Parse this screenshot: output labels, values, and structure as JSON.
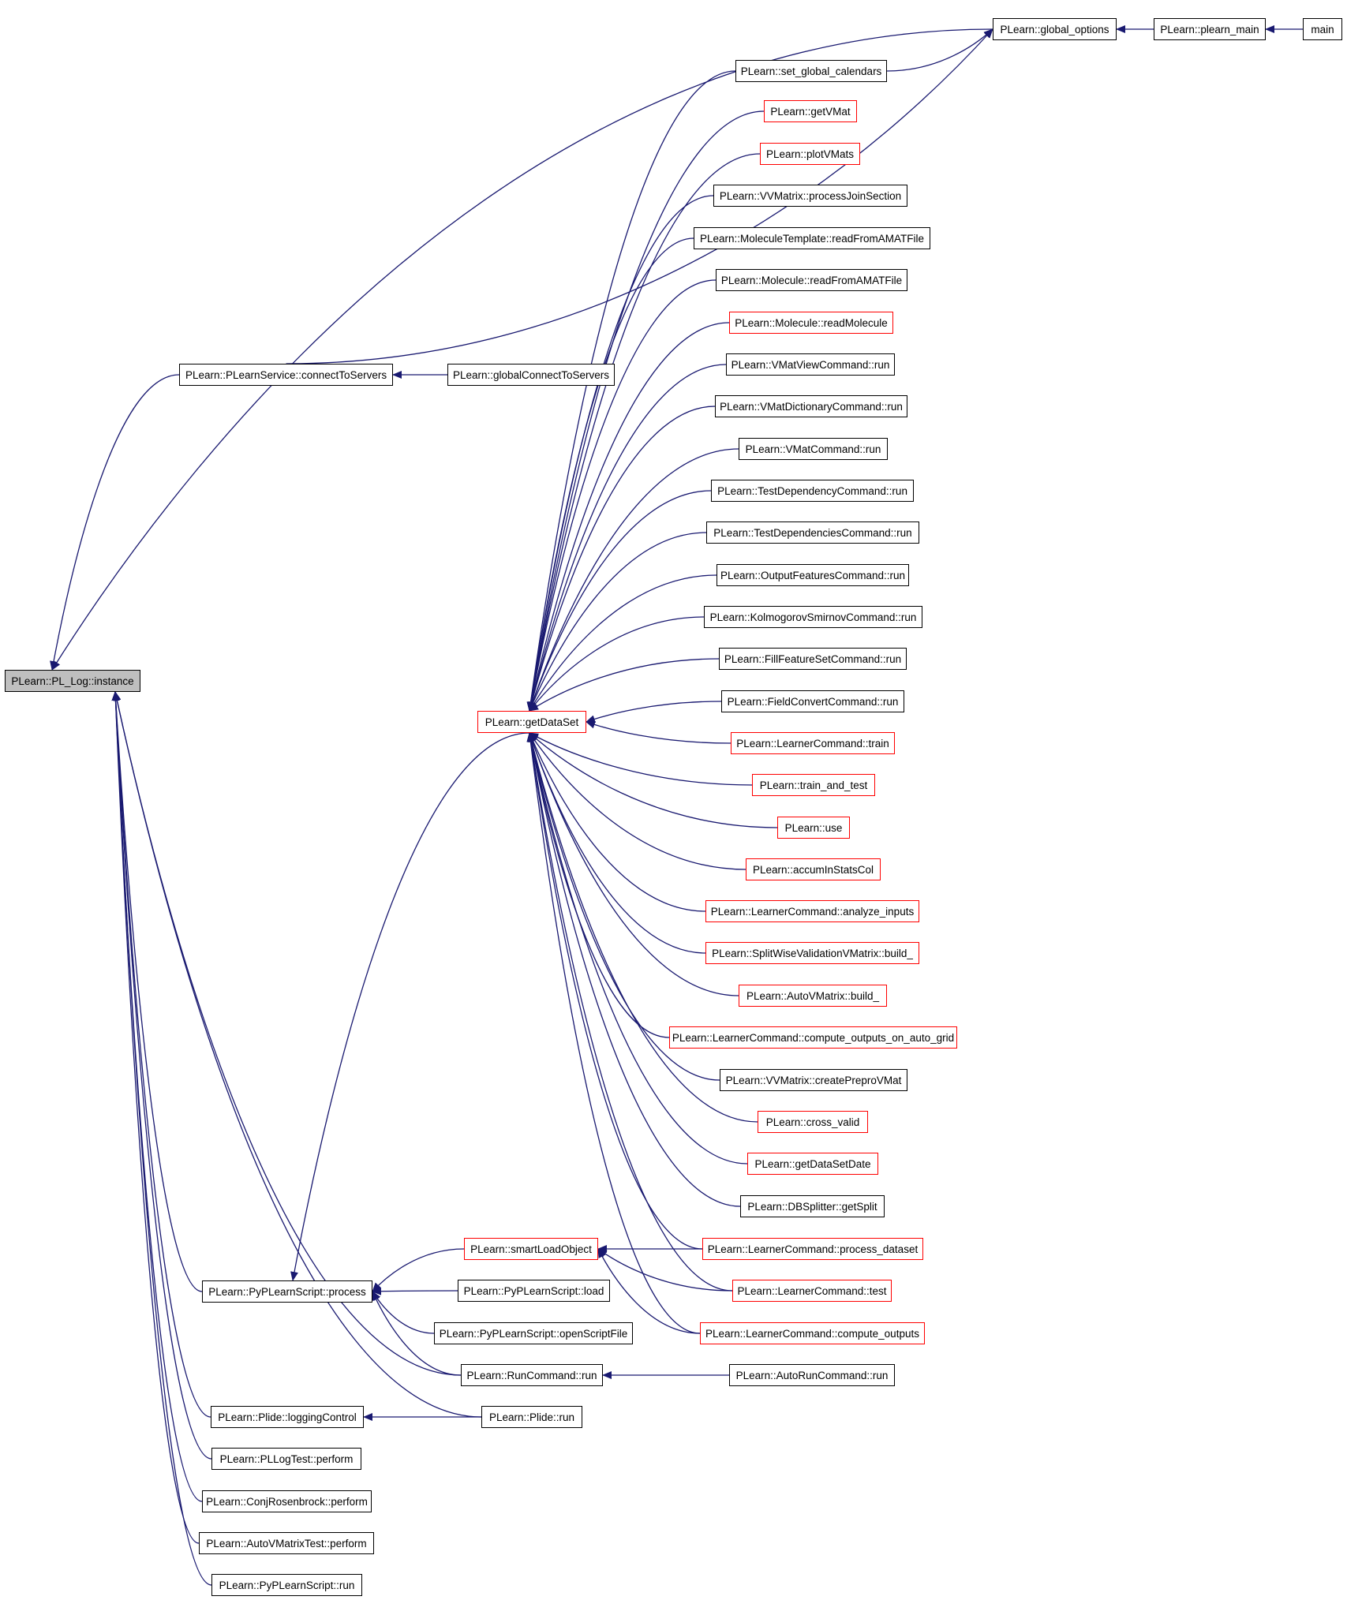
{
  "colors": {
    "edge": "#191970",
    "node_border": "#000000",
    "link_border": "#ff0000",
    "focus_fill": "#bfbfbf"
  },
  "nodes": [
    {
      "id": "instance",
      "label": "PLearn::PL_Log::instance",
      "style": "focus"
    },
    {
      "id": "global_options",
      "label": "PLearn::global_options",
      "style": "black"
    },
    {
      "id": "plearn_main",
      "label": "PLearn::plearn_main",
      "style": "black"
    },
    {
      "id": "main",
      "label": "main",
      "style": "black"
    },
    {
      "id": "set_global_calendars",
      "label": "PLearn::set_global_calendars",
      "style": "black"
    },
    {
      "id": "getVMat",
      "label": "PLearn::getVMat",
      "style": "red"
    },
    {
      "id": "plotVMats",
      "label": "PLearn::plotVMats",
      "style": "red"
    },
    {
      "id": "processJoinSection",
      "label": "PLearn::VVMatrix::processJoinSection",
      "style": "black"
    },
    {
      "id": "mt_readFromAMATFile",
      "label": "PLearn::MoleculeTemplate::readFromAMATFile",
      "style": "black"
    },
    {
      "id": "m_readFromAMATFile",
      "label": "PLearn::Molecule::readFromAMATFile",
      "style": "black"
    },
    {
      "id": "readMolecule",
      "label": "PLearn::Molecule::readMolecule",
      "style": "red"
    },
    {
      "id": "connectToServers",
      "label": "PLearn::PLearnService::connectToServers",
      "style": "black"
    },
    {
      "id": "globalConnectToServers",
      "label": "PLearn::globalConnectToServers",
      "style": "black"
    },
    {
      "id": "VMatViewCommand_run",
      "label": "PLearn::VMatViewCommand::run",
      "style": "black"
    },
    {
      "id": "VMatDictionaryCommand_run",
      "label": "PLearn::VMatDictionaryCommand::run",
      "style": "black"
    },
    {
      "id": "VMatCommand_run",
      "label": "PLearn::VMatCommand::run",
      "style": "black"
    },
    {
      "id": "TestDependencyCommand_run",
      "label": "PLearn::TestDependencyCommand::run",
      "style": "black"
    },
    {
      "id": "TestDependenciesCommand_run",
      "label": "PLearn::TestDependenciesCommand::run",
      "style": "black"
    },
    {
      "id": "OutputFeaturesCommand_run",
      "label": "PLearn::OutputFeaturesCommand::run",
      "style": "black"
    },
    {
      "id": "KolmogorovSmirnovCommand_run",
      "label": "PLearn::KolmogorovSmirnovCommand::run",
      "style": "black"
    },
    {
      "id": "FillFeatureSetCommand_run",
      "label": "PLearn::FillFeatureSetCommand::run",
      "style": "black"
    },
    {
      "id": "FieldConvertCommand_run",
      "label": "PLearn::FieldConvertCommand::run",
      "style": "black"
    },
    {
      "id": "getDataSet",
      "label": "PLearn::getDataSet",
      "style": "red"
    },
    {
      "id": "LearnerCommand_train",
      "label": "PLearn::LearnerCommand::train",
      "style": "red"
    },
    {
      "id": "train_and_test",
      "label": "PLearn::train_and_test",
      "style": "red"
    },
    {
      "id": "use",
      "label": "PLearn::use",
      "style": "red"
    },
    {
      "id": "accumInStatsCol",
      "label": "PLearn::accumInStatsCol",
      "style": "red"
    },
    {
      "id": "analyze_inputs",
      "label": "PLearn::LearnerCommand::analyze_inputs",
      "style": "red"
    },
    {
      "id": "SplitWise_build",
      "label": "PLearn::SplitWiseValidationVMatrix::build_",
      "style": "red"
    },
    {
      "id": "AutoVMatrix_build",
      "label": "PLearn::AutoVMatrix::build_",
      "style": "red"
    },
    {
      "id": "compute_outputs_on_auto_grid",
      "label": "PLearn::LearnerCommand::compute_outputs_on_auto_grid",
      "style": "red"
    },
    {
      "id": "createPreproVMat",
      "label": "PLearn::VVMatrix::createPreproVMat",
      "style": "black"
    },
    {
      "id": "cross_valid",
      "label": "PLearn::cross_valid",
      "style": "red"
    },
    {
      "id": "getDataSetDate",
      "label": "PLearn::getDataSetDate",
      "style": "red"
    },
    {
      "id": "getSplit",
      "label": "PLearn::DBSplitter::getSplit",
      "style": "black"
    },
    {
      "id": "smartLoadObject",
      "label": "PLearn::smartLoadObject",
      "style": "red"
    },
    {
      "id": "process_dataset",
      "label": "PLearn::LearnerCommand::process_dataset",
      "style": "red"
    },
    {
      "id": "PyPLearnScript_process",
      "label": "PLearn::PyPLearnScript::process",
      "style": "black"
    },
    {
      "id": "PyPLearnScript_load",
      "label": "PLearn::PyPLearnScript::load",
      "style": "black"
    },
    {
      "id": "LearnerCommand_test",
      "label": "PLearn::LearnerCommand::test",
      "style": "red"
    },
    {
      "id": "openScriptFile",
      "label": "PLearn::PyPLearnScript::openScriptFile",
      "style": "black"
    },
    {
      "id": "compute_outputs",
      "label": "PLearn::LearnerCommand::compute_outputs",
      "style": "red"
    },
    {
      "id": "RunCommand_run",
      "label": "PLearn::RunCommand::run",
      "style": "black"
    },
    {
      "id": "AutoRunCommand_run",
      "label": "PLearn::AutoRunCommand::run",
      "style": "black"
    },
    {
      "id": "loggingControl",
      "label": "PLearn::Plide::loggingControl",
      "style": "black"
    },
    {
      "id": "Plide_run",
      "label": "PLearn::Plide::run",
      "style": "black"
    },
    {
      "id": "PLLogTest_perform",
      "label": "PLearn::PLLogTest::perform",
      "style": "black"
    },
    {
      "id": "ConjRosenbrock_perform",
      "label": "PLearn::ConjRosenbrock::perform",
      "style": "black"
    },
    {
      "id": "AutoVMatrixTest_perform",
      "label": "PLearn::AutoVMatrixTest::perform",
      "style": "black"
    },
    {
      "id": "PyPLearnScript_run",
      "label": "PLearn::PyPLearnScript::run",
      "style": "black"
    }
  ],
  "edges": [
    {
      "from": "global_options",
      "to": "instance"
    },
    {
      "from": "plearn_main",
      "to": "global_options"
    },
    {
      "from": "main",
      "to": "plearn_main"
    },
    {
      "from": "set_global_calendars",
      "to": "global_options"
    },
    {
      "from": "connectToServers",
      "to": "global_options"
    },
    {
      "from": "connectToServers",
      "to": "instance"
    },
    {
      "from": "globalConnectToServers",
      "to": "connectToServers"
    },
    {
      "from": "getDataSet",
      "to": "PyPLearnScript_process"
    },
    {
      "from": "set_global_calendars",
      "to": "getDataSet"
    },
    {
      "from": "getVMat",
      "to": "getDataSet"
    },
    {
      "from": "plotVMats",
      "to": "getDataSet"
    },
    {
      "from": "processJoinSection",
      "to": "getDataSet"
    },
    {
      "from": "mt_readFromAMATFile",
      "to": "getDataSet"
    },
    {
      "from": "m_readFromAMATFile",
      "to": "getDataSet"
    },
    {
      "from": "readMolecule",
      "to": "getDataSet"
    },
    {
      "from": "VMatViewCommand_run",
      "to": "getDataSet"
    },
    {
      "from": "VMatDictionaryCommand_run",
      "to": "getDataSet"
    },
    {
      "from": "VMatCommand_run",
      "to": "getDataSet"
    },
    {
      "from": "TestDependencyCommand_run",
      "to": "getDataSet"
    },
    {
      "from": "TestDependenciesCommand_run",
      "to": "getDataSet"
    },
    {
      "from": "OutputFeaturesCommand_run",
      "to": "getDataSet"
    },
    {
      "from": "KolmogorovSmirnovCommand_run",
      "to": "getDataSet"
    },
    {
      "from": "FillFeatureSetCommand_run",
      "to": "getDataSet"
    },
    {
      "from": "FieldConvertCommand_run",
      "to": "getDataSet"
    },
    {
      "from": "LearnerCommand_train",
      "to": "getDataSet"
    },
    {
      "from": "train_and_test",
      "to": "getDataSet"
    },
    {
      "from": "use",
      "to": "getDataSet"
    },
    {
      "from": "accumInStatsCol",
      "to": "getDataSet"
    },
    {
      "from": "analyze_inputs",
      "to": "getDataSet"
    },
    {
      "from": "SplitWise_build",
      "to": "getDataSet"
    },
    {
      "from": "AutoVMatrix_build",
      "to": "getDataSet"
    },
    {
      "from": "compute_outputs_on_auto_grid",
      "to": "getDataSet"
    },
    {
      "from": "createPreproVMat",
      "to": "getDataSet"
    },
    {
      "from": "cross_valid",
      "to": "getDataSet"
    },
    {
      "from": "getDataSetDate",
      "to": "getDataSet"
    },
    {
      "from": "getSplit",
      "to": "getDataSet"
    },
    {
      "from": "process_dataset",
      "to": "getDataSet"
    },
    {
      "from": "LearnerCommand_test",
      "to": "getDataSet"
    },
    {
      "from": "compute_outputs",
      "to": "getDataSet"
    },
    {
      "from": "process_dataset",
      "to": "smartLoadObject"
    },
    {
      "from": "LearnerCommand_test",
      "to": "smartLoadObject"
    },
    {
      "from": "compute_outputs",
      "to": "smartLoadObject"
    },
    {
      "from": "smartLoadObject",
      "to": "PyPLearnScript_process"
    },
    {
      "from": "PyPLearnScript_load",
      "to": "PyPLearnScript_process"
    },
    {
      "from": "openScriptFile",
      "to": "PyPLearnScript_process"
    },
    {
      "from": "RunCommand_run",
      "to": "PyPLearnScript_process"
    },
    {
      "from": "PyPLearnScript_process",
      "to": "instance"
    },
    {
      "from": "RunCommand_run",
      "to": "instance"
    },
    {
      "from": "AutoRunCommand_run",
      "to": "RunCommand_run"
    },
    {
      "from": "Plide_run",
      "to": "instance"
    },
    {
      "from": "loggingControl",
      "to": "instance"
    },
    {
      "from": "Plide_run",
      "to": "loggingControl"
    },
    {
      "from": "PLLogTest_perform",
      "to": "instance"
    },
    {
      "from": "ConjRosenbrock_perform",
      "to": "instance"
    },
    {
      "from": "AutoVMatrixTest_perform",
      "to": "instance"
    },
    {
      "from": "PyPLearnScript_run",
      "to": "instance"
    }
  ]
}
